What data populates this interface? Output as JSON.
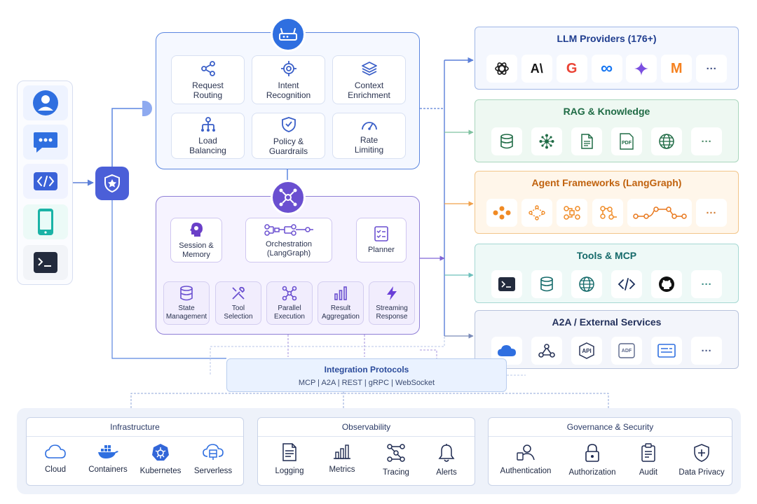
{
  "gateway": {
    "cards": [
      {
        "label": "Request\nRouting"
      },
      {
        "label": "Intent\nRecognition"
      },
      {
        "label": "Context\nEnrichment"
      },
      {
        "label": "Load\nBalancing"
      },
      {
        "label": "Policy &\nGuardrails"
      },
      {
        "label": "Rate\nLimiting"
      }
    ]
  },
  "orchestrator": {
    "session": "Session &\nMemory",
    "orchestration": "Orchestration\n(LangGraph)",
    "planner": "Planner",
    "bottom": [
      {
        "label": "State\nManagement"
      },
      {
        "label": "Tool\nSelection"
      },
      {
        "label": "Parallel\nExecution"
      },
      {
        "label": "Result\nAggregation"
      },
      {
        "label": "Streaming\nResponse"
      }
    ]
  },
  "providers": [
    {
      "title": "LLM Providers (176+)",
      "color": "#1f3d8f",
      "border": "#9fb6e6",
      "bg": "#f4f7fe"
    },
    {
      "title": "RAG & Knowledge",
      "color": "#1f6b45",
      "border": "#a9d6bd",
      "bg": "#eef8f2"
    },
    {
      "title": "Agent Frameworks (LangGraph)",
      "color": "#c0620e",
      "border": "#f2c58a",
      "bg": "#fff6ea"
    },
    {
      "title": "Tools & MCP",
      "color": "#156a6a",
      "border": "#a6d8d3",
      "bg": "#eef9f7"
    },
    {
      "title": "A2A / External Services",
      "color": "#23315c",
      "border": "#b8c3dc",
      "bg": "#f3f5fb"
    }
  ],
  "tile_text": {
    "anthropic": "A\\",
    "google": "G",
    "meta": "∞",
    "mistral": "M",
    "more": "···",
    "pdf": "PDF",
    "api": "API",
    "adf": "ADF"
  },
  "integration": {
    "title": "Integration Protocols",
    "subtitle": "MCP | A2A | REST | gRPC | WebSocket"
  },
  "bottom_groups": [
    {
      "title": "Infrastructure",
      "items": [
        "Cloud",
        "Containers",
        "Kubernetes",
        "Serverless"
      ]
    },
    {
      "title": "Observability",
      "items": [
        "Logging",
        "Metrics",
        "Tracing",
        "Alerts"
      ]
    },
    {
      "title": "Governance & Security",
      "items": [
        "Authentication",
        "Authorization",
        "Audit",
        "Data Privacy"
      ]
    }
  ],
  "colors": {
    "accent_blue": "#2f6fe0",
    "accent_purple": "#6a4fd0"
  }
}
